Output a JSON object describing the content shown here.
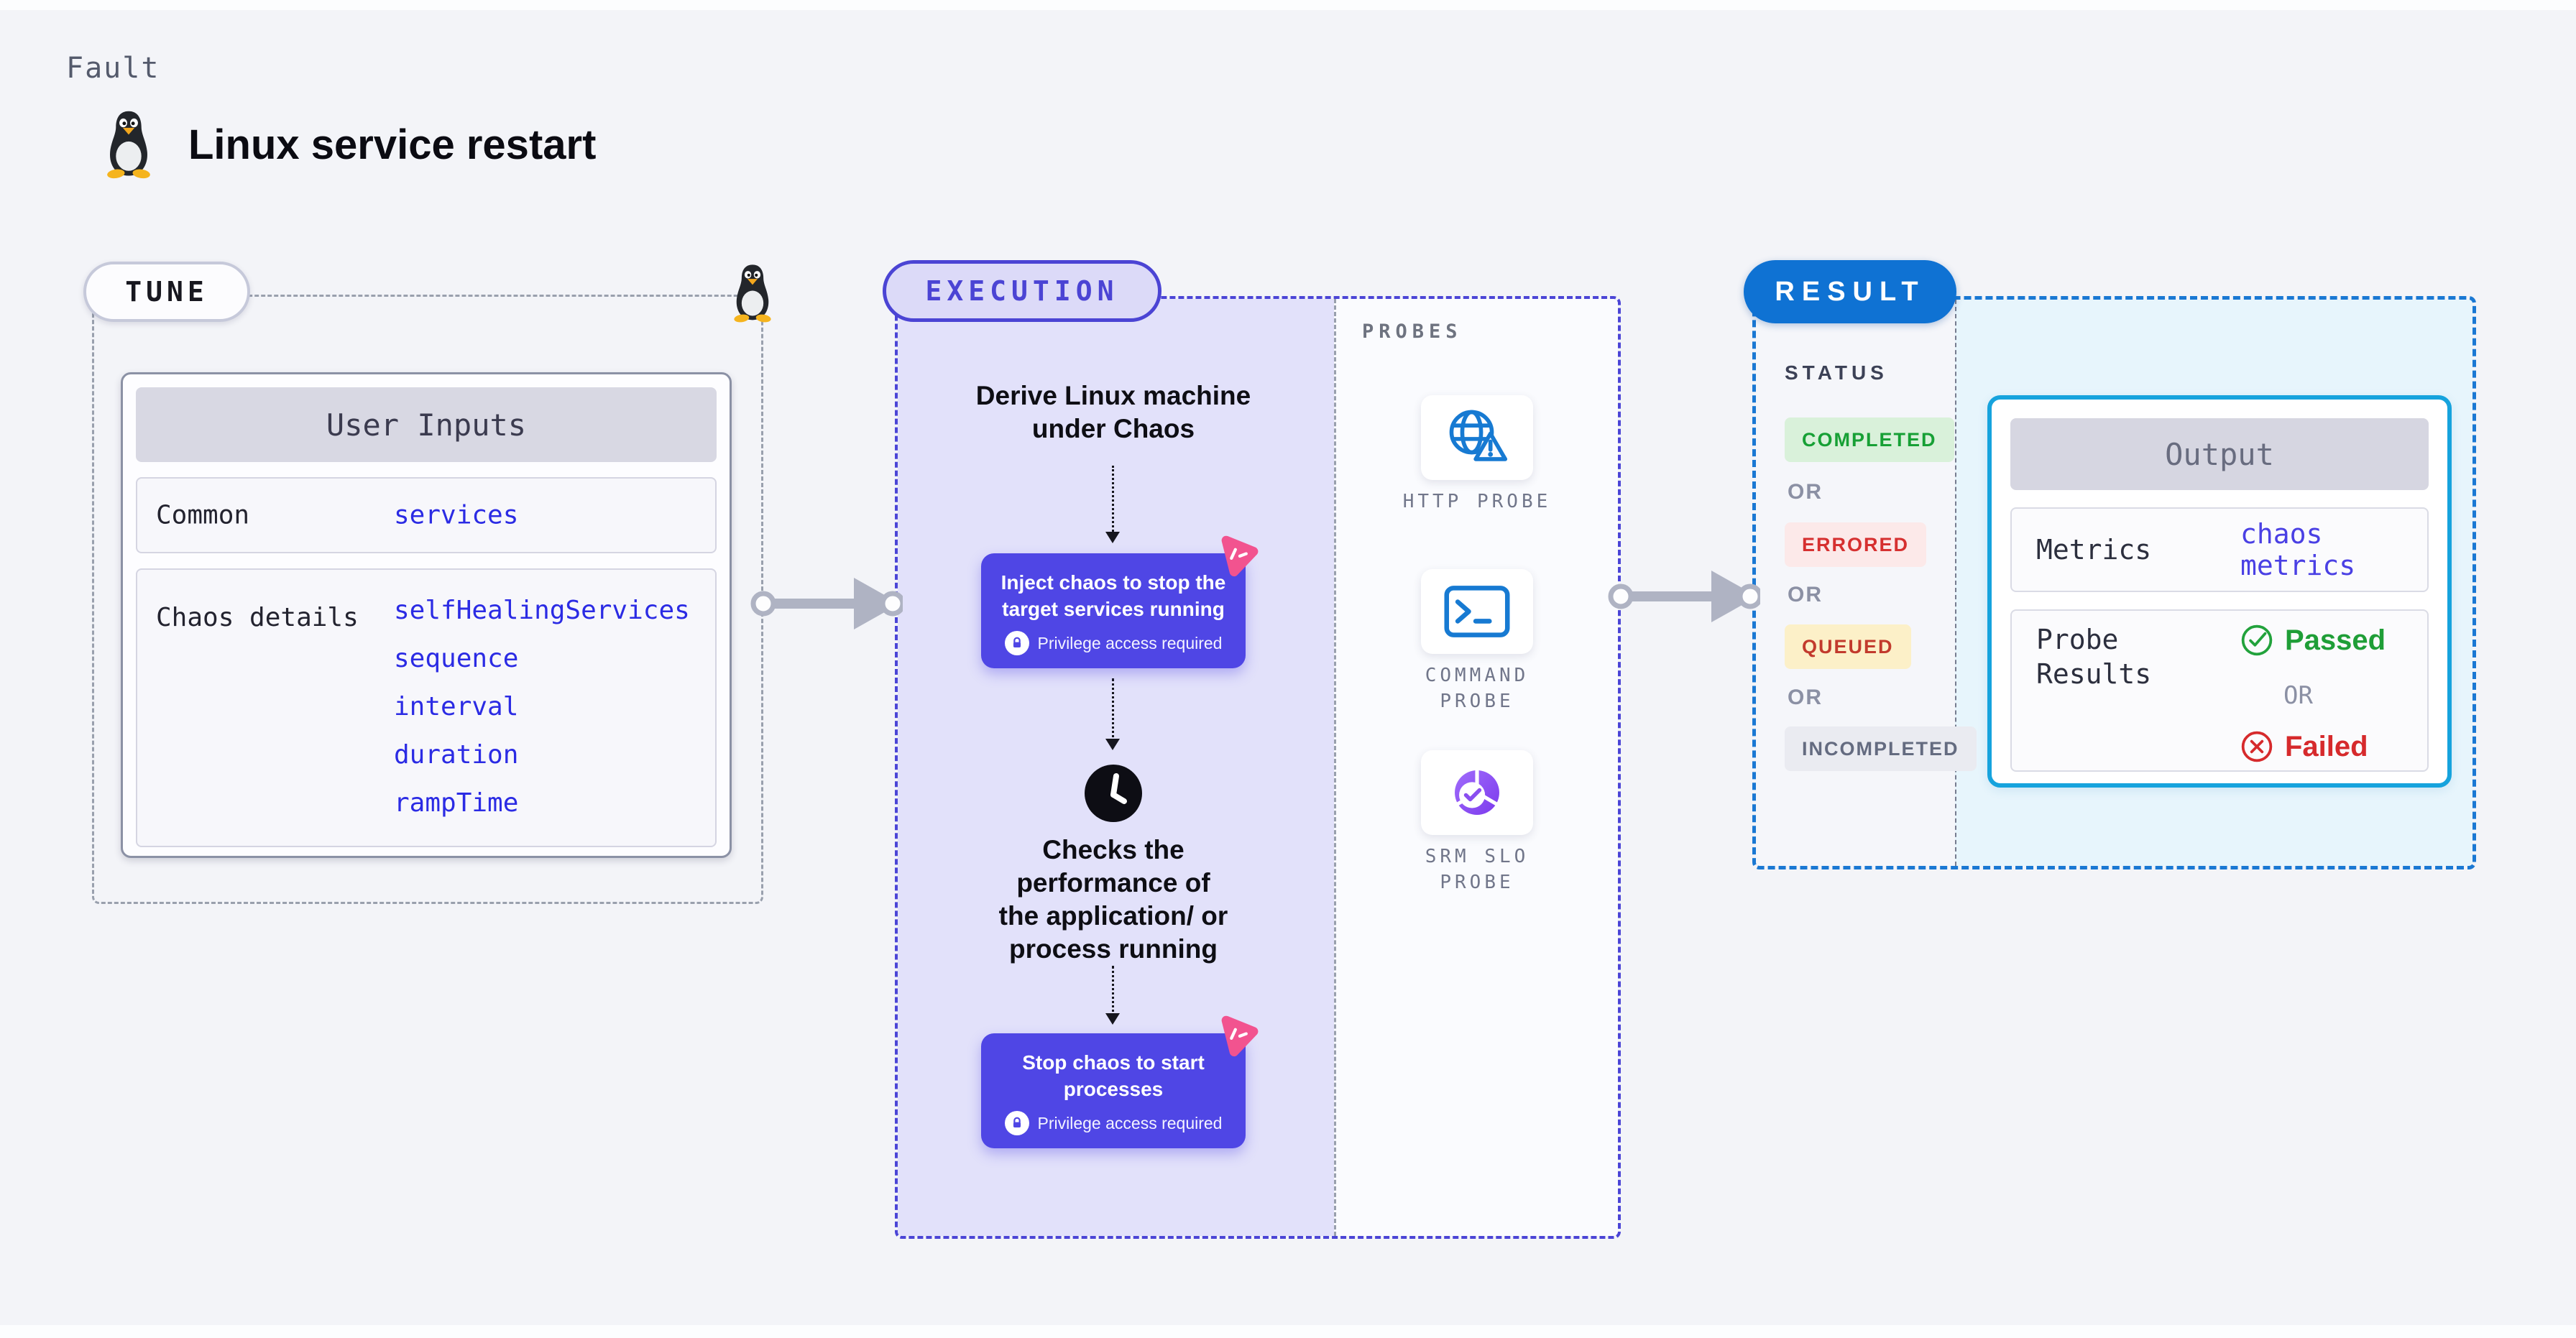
{
  "page": {
    "kicker": "Fault",
    "title": "Linux service restart",
    "title_icon": "tux-penguin-icon"
  },
  "tune": {
    "pill": "TUNE",
    "corner_icon": "tux-penguin-icon",
    "user_inputs": {
      "title": "User Inputs",
      "rows": [
        {
          "label": "Common",
          "values": [
            "services"
          ]
        },
        {
          "label": "Chaos details",
          "values": [
            "selfHealingServices",
            "sequence",
            "interval",
            "duration",
            "rampTime"
          ]
        }
      ]
    }
  },
  "execution": {
    "pill": "EXECUTION",
    "derive_text": "Derive Linux machine\nunder Chaos",
    "inject_step": {
      "title": "Inject chaos to stop the\ntarget services running",
      "badge": "Privilege access required"
    },
    "checks_text": "Checks the\nperformance of\nthe application/ or\nprocess running",
    "stop_step": {
      "title": "Stop chaos to start\nprocesses",
      "badge": "Privilege access required"
    }
  },
  "probes": {
    "heading": "PROBES",
    "items": [
      {
        "label": "HTTP PROBE",
        "icon": "globe-alert-icon"
      },
      {
        "label": "COMMAND\nPROBE",
        "icon": "terminal-icon"
      },
      {
        "label": "SRM SLO\nPROBE",
        "icon": "slo-donut-check-icon"
      }
    ]
  },
  "result": {
    "pill": "RESULT",
    "status": {
      "heading": "STATUS",
      "or_label": "OR",
      "badges": [
        {
          "label": "COMPLETED",
          "bg": "#d9f1da",
          "fg": "#17a035"
        },
        {
          "label": "ERRORED",
          "bg": "#fce9e9",
          "fg": "#d63030"
        },
        {
          "label": "QUEUED",
          "bg": "#fcf0c8",
          "fg": "#c23a2d"
        },
        {
          "label": "INCOMPLETED",
          "bg": "#eaebf1",
          "fg": "#646b80"
        }
      ]
    },
    "output": {
      "title": "Output",
      "metrics_label": "Metrics",
      "metrics_value": "chaos metrics",
      "probe_results_label": "Probe\nResults",
      "passed": {
        "label": "Passed",
        "color": "#1f9e37"
      },
      "or_label": "OR",
      "failed": {
        "label": "Failed",
        "color": "#d62a2c"
      }
    }
  },
  "colors": {
    "accent_purple": "#4f46e5",
    "execution_border": "#4b45d6",
    "result_blue": "#0f72d3",
    "output_border": "#16a3dd",
    "probe_blue": "#177ad2",
    "chaos_pink": "#f2538f",
    "code_blue": "#2b2be4"
  }
}
